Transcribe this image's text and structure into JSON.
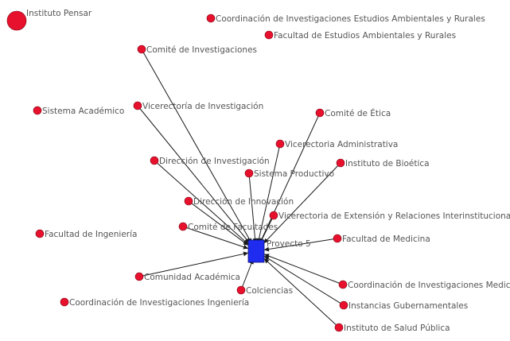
{
  "colors": {
    "node": "#e8112d",
    "hub": "#1f2cf0",
    "edge": "#1a1a1a",
    "label": "#555555"
  },
  "hub": {
    "id": "proyecto-5",
    "label": "Proyecto 5"
  },
  "nodes": [
    {
      "id": "instituto-pensar",
      "label": "Instituto Pensar",
      "size": "large"
    },
    {
      "id": "coord-ambientales",
      "label": "Coordinación de Investigaciones Estudios Ambientales y Rurales"
    },
    {
      "id": "facultad-ambientales",
      "label": "Facultad de Estudios Ambientales y Rurales"
    },
    {
      "id": "comite-investigaciones",
      "label": "Comité de Investigaciones"
    },
    {
      "id": "sistema-academico",
      "label": "Sistema Académico"
    },
    {
      "id": "vicerrectoria-investigacion",
      "label": "Vicerectoría de Investigación"
    },
    {
      "id": "comite-etica",
      "label": "Comité de Ética"
    },
    {
      "id": "vicerrectoria-administrativa",
      "label": "Vicerectoria Administrativa"
    },
    {
      "id": "direccion-investigacion",
      "label": "Dirección de Investigación"
    },
    {
      "id": "instituto-bioetica",
      "label": "Instituto de Bioética"
    },
    {
      "id": "sistema-productivo",
      "label": "Sistema Productivo"
    },
    {
      "id": "direccion-innovacion",
      "label": "Dirección de Innovación"
    },
    {
      "id": "vicerrectoria-extension",
      "label": "Vicerectoria de Extensión y Relaciones Interinstitucionales"
    },
    {
      "id": "facultad-ingenieria",
      "label": "Facultad de Ingeniería"
    },
    {
      "id": "comite-facultades",
      "label": "Comité de Facultades"
    },
    {
      "id": "facultad-medicina",
      "label": "Facultad de Medicina"
    },
    {
      "id": "comunidad-academica",
      "label": "Comunidad Académica"
    },
    {
      "id": "coord-medicina",
      "label": "Coordinación de Investigaciones Medicina"
    },
    {
      "id": "colciencias",
      "label": "Colciencias"
    },
    {
      "id": "coord-ingenieria",
      "label": "Coordinación de Investigaciones Ingeniería"
    },
    {
      "id": "instancias-gubernamentales",
      "label": "Instancias Gubernamentales"
    },
    {
      "id": "instituto-salud-publica",
      "label": "Instituto de Salud Pública"
    }
  ],
  "edges": [
    {
      "source": "comite-investigaciones",
      "target": "proyecto-5"
    },
    {
      "source": "vicerrectoria-investigacion",
      "target": "proyecto-5"
    },
    {
      "source": "direccion-investigacion",
      "target": "proyecto-5"
    },
    {
      "source": "direccion-innovacion",
      "target": "proyecto-5"
    },
    {
      "source": "comite-facultades",
      "target": "proyecto-5"
    },
    {
      "source": "sistema-productivo",
      "target": "proyecto-5"
    },
    {
      "source": "vicerrectoria-administrativa",
      "target": "proyecto-5"
    },
    {
      "source": "comite-etica",
      "target": "proyecto-5"
    },
    {
      "source": "instituto-bioetica",
      "target": "proyecto-5"
    },
    {
      "source": "vicerrectoria-extension",
      "target": "proyecto-5"
    },
    {
      "source": "facultad-medicina",
      "target": "proyecto-5"
    },
    {
      "source": "comunidad-academica",
      "target": "proyecto-5"
    },
    {
      "source": "colciencias",
      "target": "proyecto-5"
    },
    {
      "source": "coord-medicina",
      "target": "proyecto-5"
    },
    {
      "source": "instancias-gubernamentales",
      "target": "proyecto-5"
    },
    {
      "source": "instituto-salud-publica",
      "target": "proyecto-5"
    }
  ]
}
